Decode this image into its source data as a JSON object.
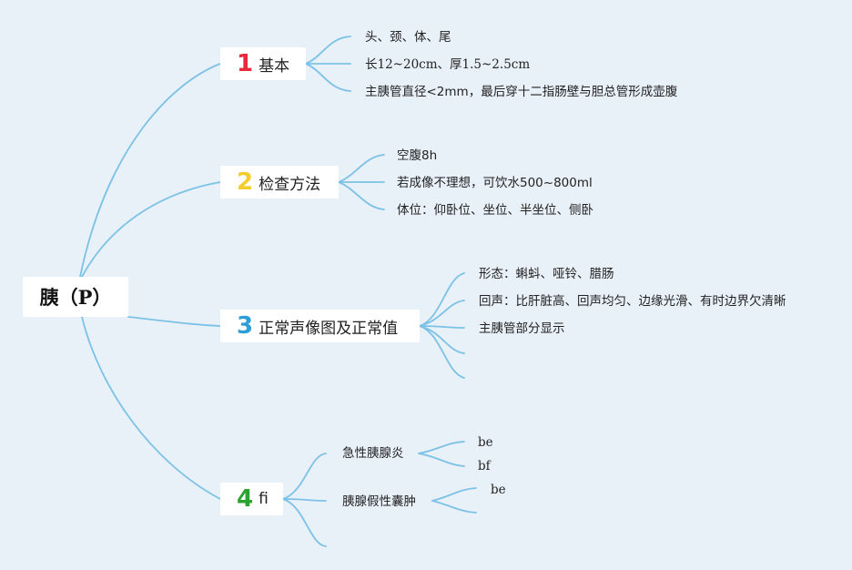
{
  "root": {
    "text": "胰",
    "paren_open": "（",
    "abbr": "P",
    "paren_close": "）"
  },
  "branches": [
    {
      "number": "1",
      "number_color": "#e8283c",
      "label": "基本",
      "items": [
        "头、颈、体、尾",
        "长12~20cm、厚1.5~2.5cm",
        "主胰管直径<2mm，最后穿十二指肠壁与胆总管形成壶腹"
      ]
    },
    {
      "number": "2",
      "number_color": "#f4cc2e",
      "label": "检查方法",
      "items": [
        "空腹8h",
        "若成像不理想，可饮水500~800ml",
        "体位：仰卧位、坐位、半坐位、侧卧"
      ]
    },
    {
      "number": "3",
      "number_color": "#2b9fd6",
      "label": "正常声像图及正常值",
      "items": [
        "形态：蝌蚪、哑铃、腊肠",
        "回声：比肝脏高、回声均匀、边缘光滑、有时边界欠清晰",
        "主胰管部分显示"
      ]
    },
    {
      "number": "4",
      "number_color": "#2ba32f",
      "label": "fi",
      "subgroups": [
        {
          "label": "急性胰腺炎",
          "items": [
            "be",
            "bf"
          ]
        },
        {
          "label": "胰腺假性囊肿",
          "items": [
            "be"
          ]
        }
      ]
    }
  ]
}
